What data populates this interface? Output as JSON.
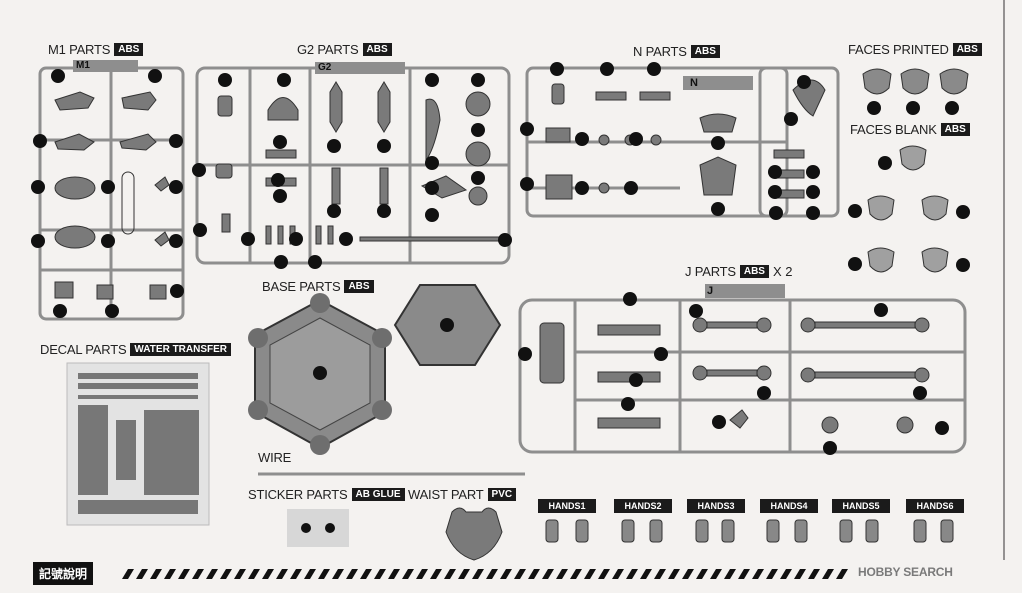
{
  "sections": {
    "m1": {
      "label": "M1 PARTS",
      "material": "ABS",
      "runner": "M1"
    },
    "g2": {
      "label": "G2 PARTS",
      "material": "ABS",
      "runner": "G2"
    },
    "n": {
      "label": "N PARTS",
      "material": "ABS",
      "runner": "N"
    },
    "faces_printed": {
      "label": "FACES PRINTED",
      "material": "ABS"
    },
    "faces_blank": {
      "label": "FACES BLANK",
      "material": "ABS"
    },
    "base": {
      "label": "BASE PARTS",
      "material": "ABS"
    },
    "j": {
      "label": "J PARTS",
      "material": "ABS",
      "qty": "X 2",
      "runner": "J"
    },
    "decal": {
      "label": "DECAL PARTS",
      "material": "WATER TRANSFER"
    },
    "wire": {
      "label": "WIRE"
    },
    "sticker": {
      "label": "STICKER PARTS",
      "material": "AB GLUE"
    },
    "waist": {
      "label": "WAIST PART",
      "material": "PVC"
    }
  },
  "hands": [
    "HANDS1",
    "HANDS2",
    "HANDS3",
    "HANDS4",
    "HANDS5",
    "HANDS6"
  ],
  "footer": {
    "label": "記號說明"
  },
  "watermark": "HOBBY SEARCH",
  "colors": {
    "ink": "#1b1b1b",
    "runner": "#9a9a9a",
    "part": "#7d7d7d",
    "paper": "#f4f2f0"
  }
}
